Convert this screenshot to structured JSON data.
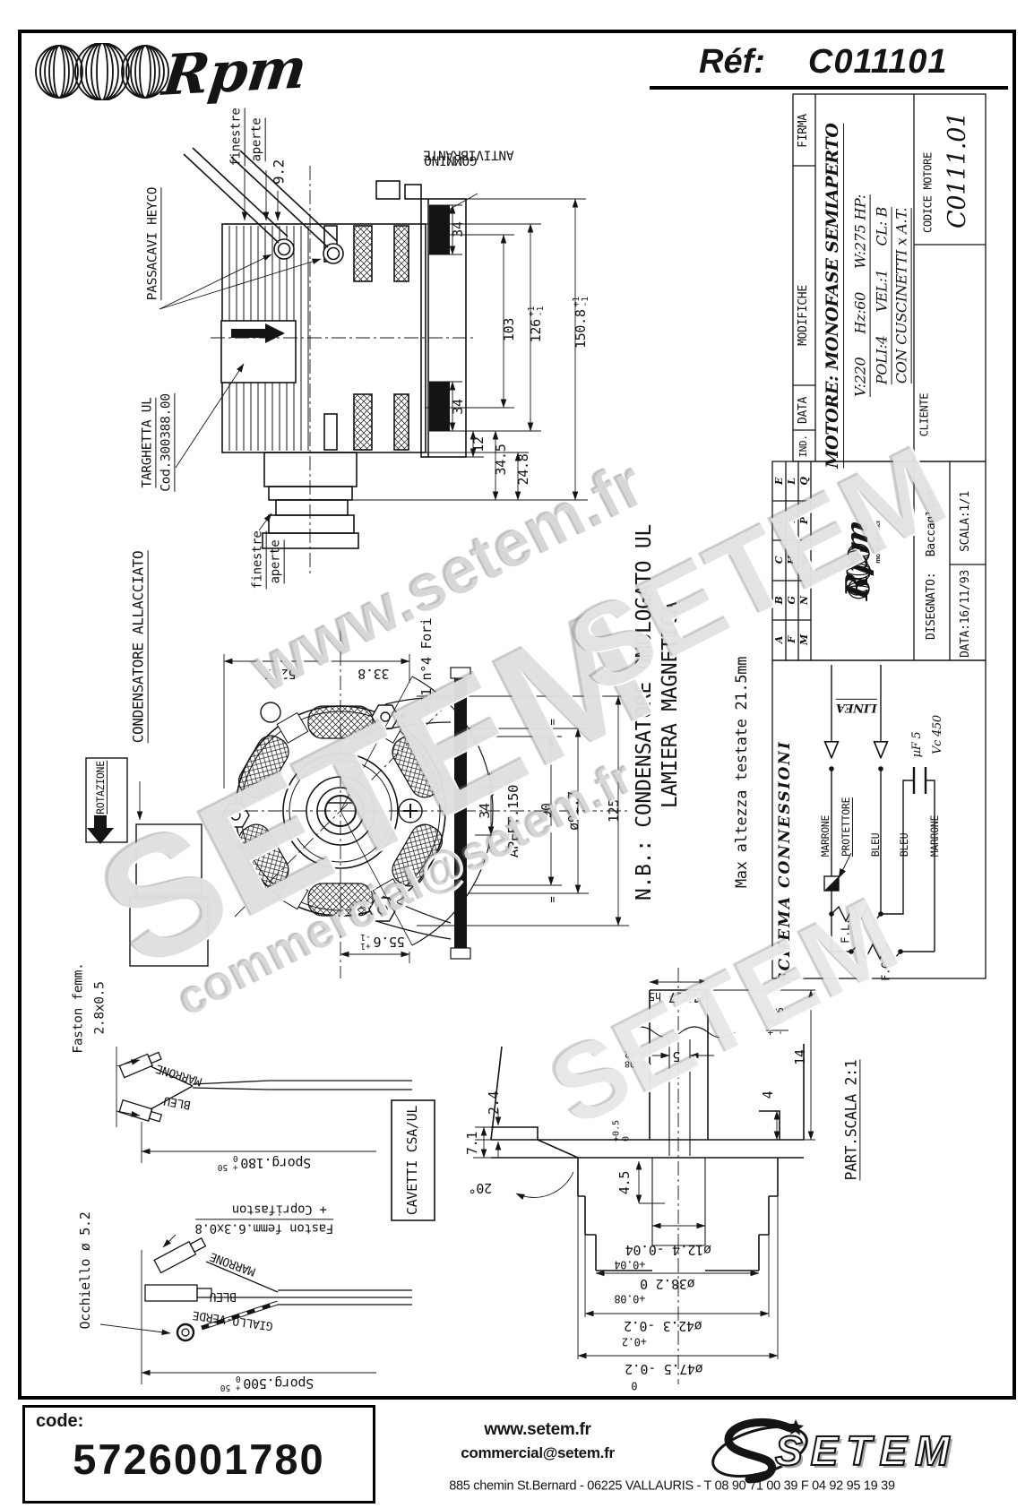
{
  "meta": {
    "paper_color": "#ffffff",
    "ink_color": "#141414",
    "watermark_color": "#8c8c8c"
  },
  "header": {
    "brand": "Rpm",
    "ref_label": "Réf:",
    "ref_value": "C011101"
  },
  "titleblock": {
    "cols": [
      "IND.",
      "DATA",
      "MODIFICHE",
      "FIRMA"
    ],
    "motor": "MOTORE: MONOFASE SEMIAPERTO",
    "spec1": [
      "V:220",
      "Hz:60",
      "W:275 HP:"
    ],
    "spec2": [
      "POLI:4",
      "VEL:1",
      "CL: B"
    ],
    "spec3": "CON CUSCINETTI x A.T.",
    "cliente": "CLIENTE",
    "codice_label": "CODICE MOTORE",
    "codice_value": "C0111.01",
    "rev_letters": [
      [
        "A",
        "B",
        "C",
        "D",
        "E"
      ],
      [
        "F",
        "G",
        "H",
        "I",
        "L"
      ],
      [
        "M",
        "N",
        "O",
        "P",
        "Q"
      ]
    ],
    "logo_brand": "Rpm",
    "logo_sub": "motori elettrici",
    "disegnato_label": "DISEGNATO:",
    "disegnato_value": "Baccaglini",
    "data_value": "DATA:16/11/93",
    "scala_value": "SCALA:1/1"
  },
  "schema": {
    "title": "SCHEMA CONNESSIONI",
    "linea": "LINEA",
    "marrone1": "MARRONE",
    "protettore": "PROTETTORE",
    "bleu1": "BLEU",
    "bleu2": "BLEU",
    "marrone2": "MARRONE",
    "cap_uf": "µF 5",
    "cap_vc": "Vc 450",
    "fl": "F.L.",
    "fc": "F.C."
  },
  "notes": {
    "line1": "N.B.: CONDENSATORE OMOLOGATO UL",
    "line2": "LAMIERA MAGNETICA",
    "line3": "Max altezza testate 21.5mm"
  },
  "top_view": {
    "passacavi": "PASSACAVI HEYCO",
    "finestre": "finestre",
    "aperte": "aperte",
    "dim_9_2": "9.2",
    "targhetta": "TARGHETTA UL",
    "targhetta_cod": "Cod.300388.00",
    "gommino1": "GOMMINO",
    "gommino2": "ANTIVIBRANTE",
    "dim_34_top": "34",
    "dim_34_bot": "34",
    "dim_12": "12",
    "dim_34_5": "34.5",
    "dim_24_8": "24.8",
    "dim_103": "103",
    "dim_126": {
      "v": "126",
      "tp": "+1",
      "tm": "-1"
    },
    "dim_150_8": {
      "v": "150.8",
      "tp": "+1",
      "tm": "-1"
    }
  },
  "front_view": {
    "condensatore": "CONDENSATORE ALLACCIATO",
    "rotazione": "ROTAZIONE",
    "finestre": "finestre",
    "aperte": "aperte",
    "dim_52_7": "52.7",
    "dim_33_8": "33.8",
    "fori": "ø11 n°4 Fori",
    "dim_34": "34",
    "dim_90": "90",
    "dim_92_7": "ø92.7",
    "dim_125": "125",
    "apert": "APERT.150°",
    "dim_55_6": {
      "v": "55.6",
      "tp": "+1",
      "tm": "-1"
    },
    "eq": "="
  },
  "wires": {
    "faston1": "Faston femm.",
    "faston1_size": "2.8x0.5",
    "marrone1": "MARRONE",
    "bleu1": "BLEU",
    "sporg_180": {
      "v": "Sporg.180",
      "tp": "+ 50",
      "tm": "0"
    },
    "occhiello": "Occhiello ø 5.2",
    "coprifaston": "+ Coprifaston",
    "faston2": "Faston femm.6.3x0.8",
    "marrone2": "MARRONE",
    "bleu2": "BLEU",
    "giallo_verde": "GIALLO-VERDE",
    "sporg_500": {
      "v": "Sporg.500",
      "tp": "+ 50",
      "tm": "0"
    },
    "cavetti": "CAVETTI CSA/UL"
  },
  "shaft_view": {
    "d12_7": "ø12.7",
    "d12_7_suffix": "h5",
    "key_w": "5",
    "key_tol": {
      "tp": "+0.08",
      "tm": "-0.02"
    },
    "dim_2_4": "2.4",
    "dim_7_1": "7.1",
    "angle_20": "20°",
    "dim_4_5": "4.5",
    "dim_4_5_tol": {
      "tp": "+0.5",
      "tm": "0"
    },
    "d12_4": "ø12.4 -0.04",
    "d12_4_tol": "+0.04",
    "d38_2": "ø38.2 0",
    "d38_2_tol": "+0.08",
    "d42_3": "ø42.3 -0.2",
    "d42_3_tol": "+0.2",
    "d47_5": "ø47.5 -0.2",
    "d47_5_tol": "0",
    "dim_14": "14",
    "dim_14_tol": {
      "tp": "+ 1.5",
      "tm": "- 0.5"
    },
    "dim_4": "4",
    "part_scala": "PART.SCALA 2:1"
  },
  "watermarks": {
    "site": "www.setem.fr",
    "brand": "SETEM",
    "email": "commercial@setem.fr"
  },
  "footer": {
    "code_label": "code:",
    "code_value": "5726001780",
    "site": "www.setem.fr",
    "email": "commercial@setem.fr",
    "address": "885 chemin St.Bernard  -  06225 VALLAURIS  -  T 08 90 71 00 39  F 04 92 95 19 39",
    "brand": "SETEM"
  }
}
